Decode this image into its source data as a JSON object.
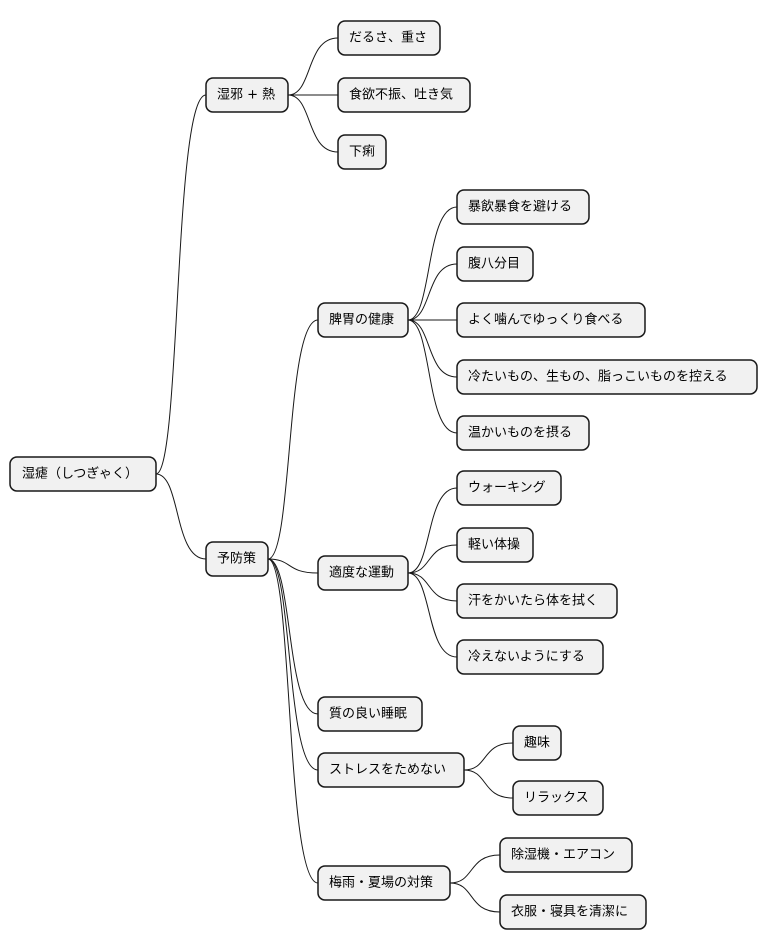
{
  "mindmap": {
    "root": "湿瘧（しつぎゃく）",
    "branch_cause": {
      "label": "湿邪 + 熱",
      "items": [
        "だるさ、重さ",
        "食欲不振、吐き気",
        "下痢"
      ]
    },
    "branch_prevention": {
      "label": "予防策",
      "digestion": {
        "label": "脾胃の健康",
        "items": [
          "暴飲暴食を避ける",
          "腹八分目",
          "よく噛んでゆっくり食べる",
          "冷たいもの、生もの、脂っこいものを控える",
          "温かいものを摂る"
        ]
      },
      "exercise": {
        "label": "適度な運動",
        "items": [
          "ウォーキング",
          "軽い体操",
          "汗をかいたら体を拭く",
          "冷えないようにする"
        ]
      },
      "sleep": {
        "label": "質の良い睡眠"
      },
      "stress": {
        "label": "ストレスをためない",
        "items": [
          "趣味",
          "リラックス"
        ]
      },
      "season": {
        "label": "梅雨・夏場の対策",
        "items": [
          "除湿機・エアコン",
          "衣服・寝具を清潔に"
        ]
      }
    }
  }
}
